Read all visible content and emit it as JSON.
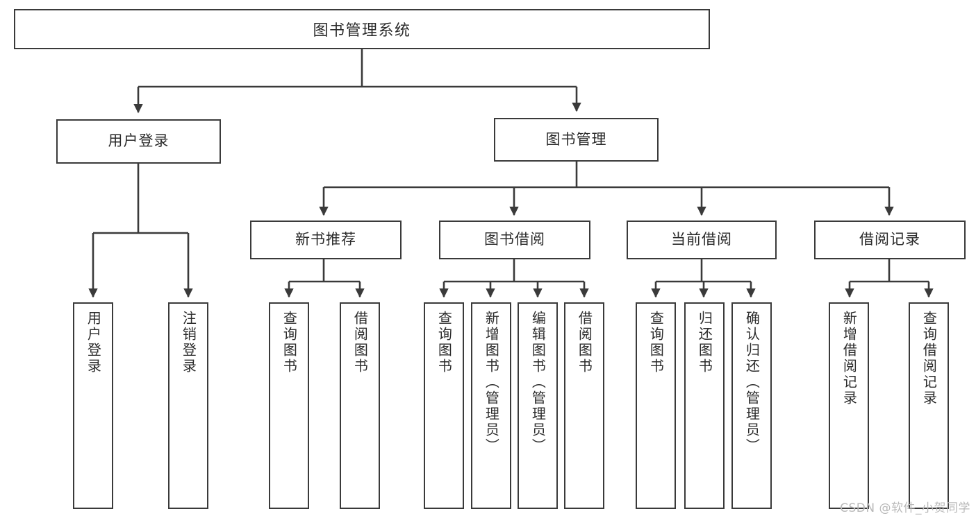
{
  "diagram": {
    "type": "tree-hierarchy",
    "title": "图书管理系统",
    "root": {
      "id": "root",
      "label": "图书管理系统"
    },
    "level2": [
      {
        "id": "user-login",
        "label": "用户登录"
      },
      {
        "id": "book-manage",
        "label": "图书管理"
      }
    ],
    "level3": [
      {
        "id": "new-book-rec",
        "label": "新书推荐",
        "parent": "book-manage"
      },
      {
        "id": "book-borrow",
        "label": "图书借阅",
        "parent": "book-manage"
      },
      {
        "id": "current-borrow",
        "label": "当前借阅",
        "parent": "book-manage"
      },
      {
        "id": "borrow-record",
        "label": "借阅记录",
        "parent": "book-manage"
      }
    ],
    "leaves": {
      "user-login": [
        {
          "id": "leaf-user-login",
          "label": "用户登录"
        },
        {
          "id": "leaf-user-logout",
          "label": "注销登录"
        }
      ],
      "new-book-rec": [
        {
          "id": "leaf-query-book-1",
          "label": "查询图书"
        },
        {
          "id": "leaf-borrow-book-1",
          "label": "借阅图书"
        }
      ],
      "book-borrow": [
        {
          "id": "leaf-query-book-2",
          "label": "查询图书"
        },
        {
          "id": "leaf-add-book",
          "label": "新增图书（管理员）"
        },
        {
          "id": "leaf-edit-book",
          "label": "编辑图书（管理员）"
        },
        {
          "id": "leaf-borrow-book-2",
          "label": "借阅图书"
        }
      ],
      "current-borrow": [
        {
          "id": "leaf-query-book-3",
          "label": "查询图书"
        },
        {
          "id": "leaf-return-book",
          "label": "归还图书"
        },
        {
          "id": "leaf-confirm-return",
          "label": "确认归还（管理员）"
        }
      ],
      "borrow-record": [
        {
          "id": "leaf-add-record",
          "label": "新增借阅记录"
        },
        {
          "id": "leaf-query-record",
          "label": "查询借阅记录"
        }
      ]
    },
    "watermark": "CSDN @软件_小贺同学",
    "colors": {
      "stroke": "#3a3a3a",
      "background": "#ffffff",
      "text": "#2b2b2b",
      "watermark": "#b9b9b9"
    }
  }
}
